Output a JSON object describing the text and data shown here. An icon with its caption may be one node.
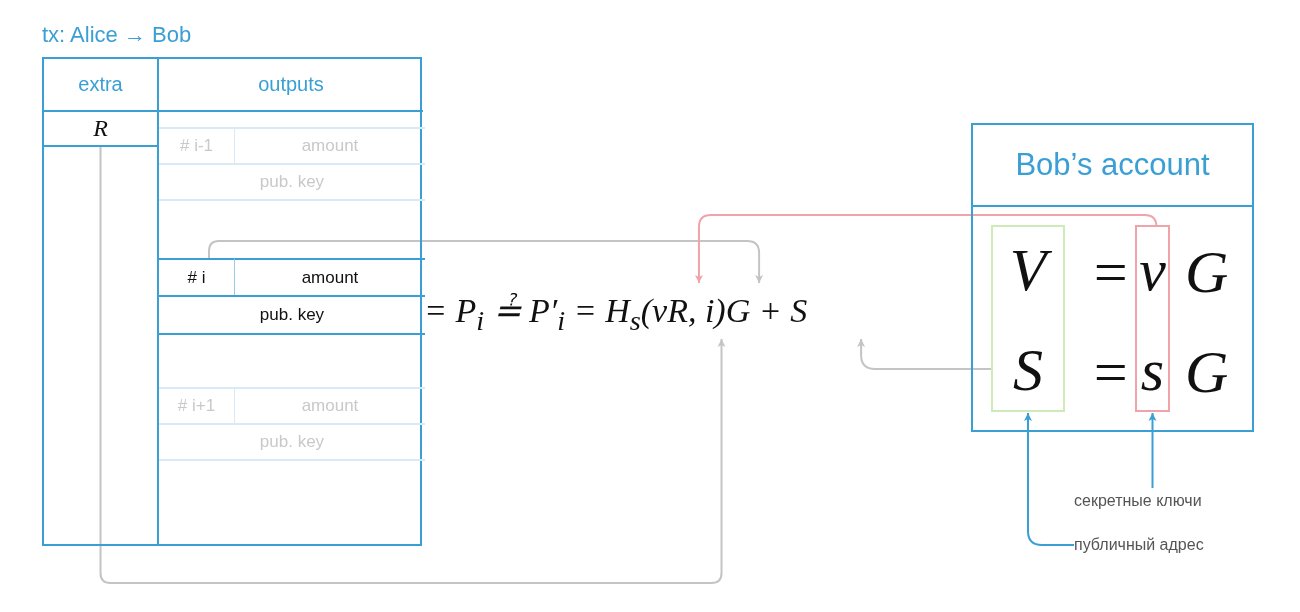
{
  "diagram": {
    "nodes": [
      {
        "text": [
          "tx: Alice → Bob"
        ]
      },
      {
        "text": [
          "extra"
        ],
        "in": 0
      },
      {
        "text": [
          "R"
        ],
        "in": 1
      },
      {
        "text": [
          "outputs"
        ],
        "in": 0
      },
      {
        "text": [
          "# i-1"
        ],
        "in": 3
      },
      {
        "text": [
          "amount"
        ],
        "in": 3
      },
      {
        "text": [
          "pub. key"
        ],
        "in": 3
      },
      {
        "text": [
          "# i"
        ],
        "in": 3
      },
      {
        "text": [
          "amount"
        ],
        "in": 3
      },
      {
        "text": [
          "pub. key"
        ],
        "in": 3
      },
      {
        "text": [
          "# i+1"
        ],
        "in": 3
      },
      {
        "text": [
          "amount"
        ],
        "in": 3
      },
      {
        "text": [
          "pub. key"
        ],
        "in": 3
      },
      {
        "text": [
          "= P$_{i}$ ≟ P′$_{i}$ = H$_{s}$(vR, i)G + S"
        ]
      },
      {
        "text": [
          "Bob’s account"
        ]
      },
      {
        "text": [
          "V",
          "S"
        ],
        "in": 14
      },
      {
        "text": [
          "v",
          "s"
        ],
        "in": 14
      },
      {
        "text": [
          "секретные ключи"
        ]
      },
      {
        "text": [
          "публичный адрес"
        ]
      }
    ],
    "edges": [
      {
        "from": 2,
        "to": 13,
        "arrow": "to"
      },
      {
        "from": 7,
        "to": 13,
        "arrow": "to"
      },
      {
        "from": 16,
        "to": 13,
        "arrow": "to",
        "color": "#f0a4a9"
      },
      {
        "from": 15,
        "to": 13,
        "arrow": "to"
      },
      {
        "from": 17,
        "to": 16,
        "arrow": "to",
        "color": "#3a9fd5"
      },
      {
        "from": 18,
        "to": 15,
        "arrow": "to",
        "color": "#3a9fd5"
      }
    ],
    "labels": [
      "=",
      "G",
      "=",
      "G"
    ]
  }
}
